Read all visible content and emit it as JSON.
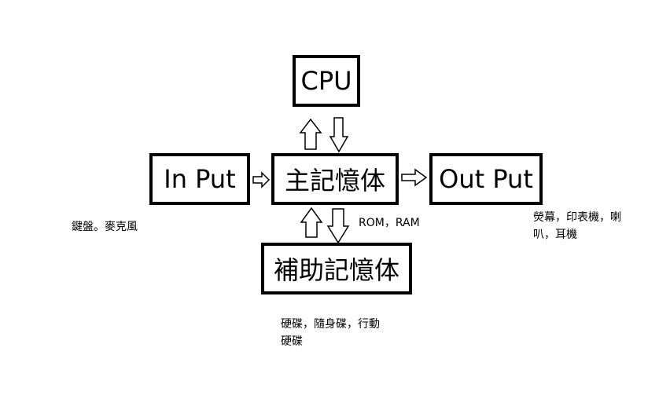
{
  "boxes": {
    "cpu": "CPU",
    "input": "In Put",
    "main_memory": "主記憶体",
    "output": "Out Put",
    "auxiliary_memory": "補助記憶体"
  },
  "notes": {
    "input_devices": "鍵盤。麥克風",
    "main_memory_types": "ROM，RAM",
    "output_devices_line1": "熒幕，印表機，喇",
    "output_devices_line2": "叭，耳機",
    "auxiliary_devices_line1": "硬碟，隨身碟，行動",
    "auxiliary_devices_line2": "硬碟"
  },
  "colors": {
    "stroke": "#000000",
    "background": "#ffffff"
  }
}
